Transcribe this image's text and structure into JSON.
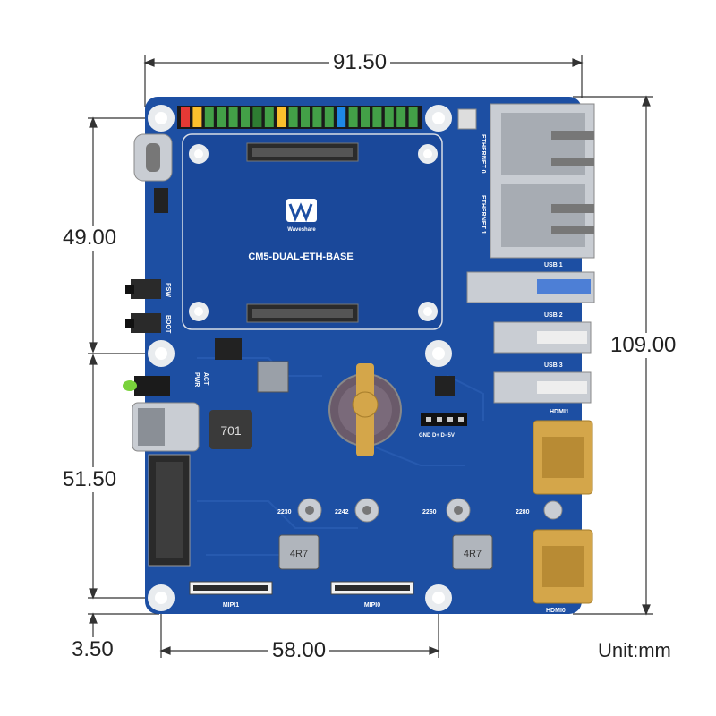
{
  "dimensions": {
    "top_width": "91.50",
    "height_upper": "49.00",
    "height_lower": "51.50",
    "bottom_offset": "3.50",
    "hole_spacing": "58.00",
    "total_height": "109.00"
  },
  "unit_label": "Unit:mm",
  "board": {
    "name": "CM5-DUAL-ETH-BASE",
    "logo_text": "Waveshare",
    "labels": {
      "eth0": "ETHERNET 0",
      "eth1": "ETHERNET 1",
      "usb1": "USB 1",
      "usb2": "USB 2",
      "usb3": "USB 3",
      "hdmi1": "HDMI1",
      "hdmi0": "HDMI0",
      "mipi1": "MIPI1",
      "mipi0": "MIPI0",
      "psw": "PSW",
      "boot": "BOOT",
      "act": "ACT",
      "pwr": "PWR",
      "inductor": "701",
      "inductor2": "4R7",
      "inductor3": "4R7",
      "m2_2230": "2230",
      "m2_2242": "2242",
      "m2_2260": "2260",
      "m2_2280": "2280",
      "header_pins": "GND D+ D- 5V"
    }
  },
  "colors": {
    "pcb": "#1d4fa3",
    "pcb_dark": "#163f88",
    "gold": "#d4a64a",
    "silver": "#c9cdd3"
  }
}
